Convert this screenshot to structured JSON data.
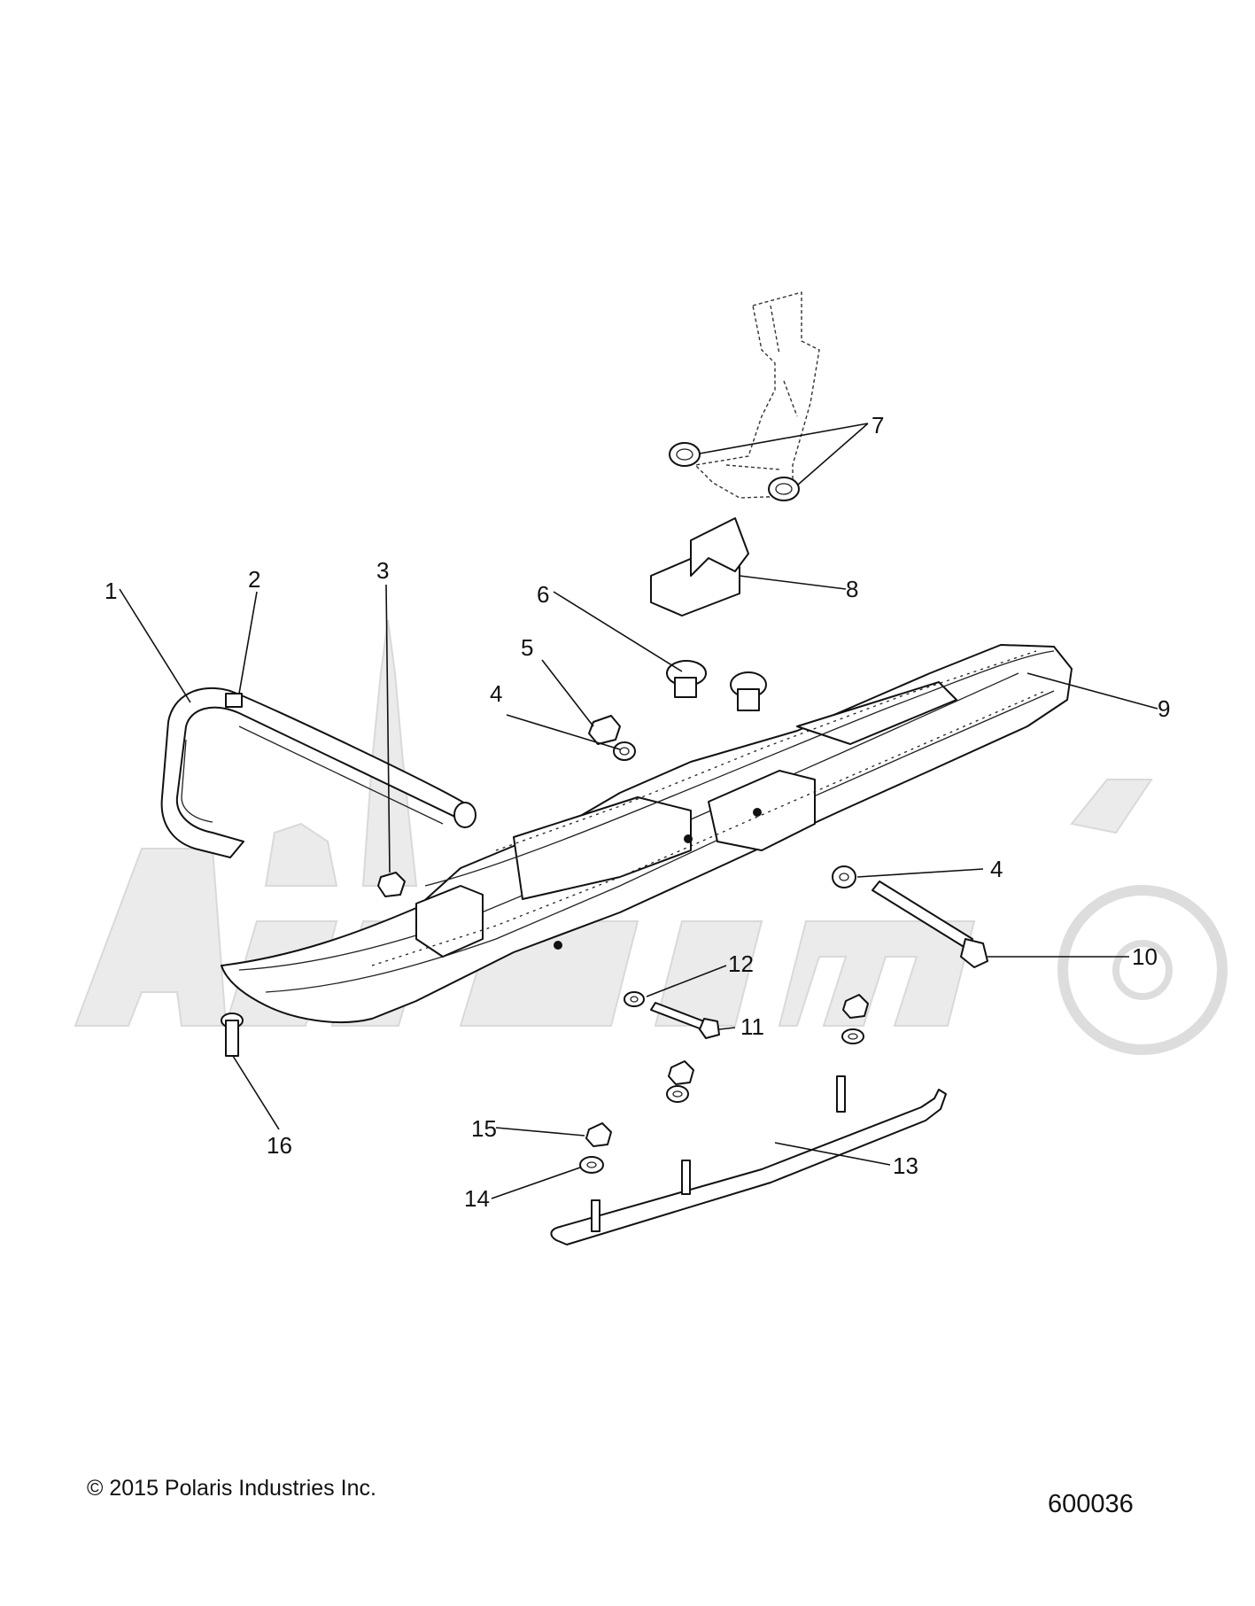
{
  "diagram": {
    "type": "exploded-parts-view",
    "callouts": [
      {
        "id": "1",
        "label": "1"
      },
      {
        "id": "2",
        "label": "2"
      },
      {
        "id": "3",
        "label": "3"
      },
      {
        "id": "4a",
        "label": "4"
      },
      {
        "id": "4b",
        "label": "4"
      },
      {
        "id": "5",
        "label": "5"
      },
      {
        "id": "6",
        "label": "6"
      },
      {
        "id": "7",
        "label": "7"
      },
      {
        "id": "8",
        "label": "8"
      },
      {
        "id": "9",
        "label": "9"
      },
      {
        "id": "10",
        "label": "10"
      },
      {
        "id": "11",
        "label": "11"
      },
      {
        "id": "12",
        "label": "12"
      },
      {
        "id": "13",
        "label": "13"
      },
      {
        "id": "14",
        "label": "14"
      },
      {
        "id": "15",
        "label": "15"
      },
      {
        "id": "16",
        "label": "16"
      }
    ]
  },
  "footer": {
    "copyright": "© 2015 Polaris Industries Inc.",
    "figure_number": "600036"
  },
  "colors": {
    "line": "#111111",
    "watermark": "#ebebeb",
    "background": "#ffffff"
  }
}
